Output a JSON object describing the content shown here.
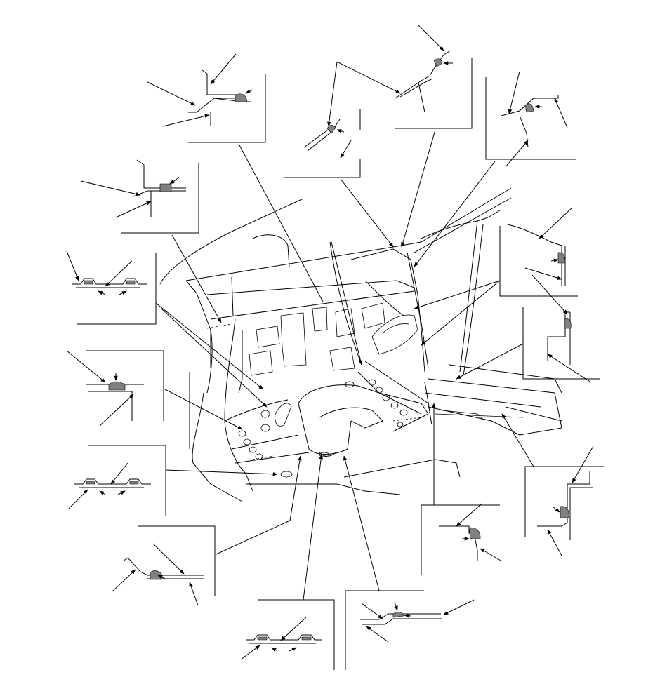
{
  "diagram": {
    "type": "technical-illustration",
    "subject": "",
    "labels": [],
    "colors": {
      "line": "#000000",
      "sealant": "#808080",
      "background": "#ffffff"
    },
    "detail_callouts": [
      {
        "id": "d1",
        "label": ""
      },
      {
        "id": "d2",
        "label": ""
      },
      {
        "id": "d3",
        "label": ""
      },
      {
        "id": "d4",
        "label": ""
      },
      {
        "id": "d5",
        "label": ""
      },
      {
        "id": "d6",
        "label": ""
      },
      {
        "id": "d7",
        "label": ""
      },
      {
        "id": "d8",
        "label": ""
      },
      {
        "id": "d9",
        "label": ""
      },
      {
        "id": "d10",
        "label": ""
      },
      {
        "id": "d11",
        "label": ""
      },
      {
        "id": "d12",
        "label": ""
      },
      {
        "id": "d13",
        "label": ""
      },
      {
        "id": "d14",
        "label": ""
      },
      {
        "id": "d15",
        "label": ""
      },
      {
        "id": "d16",
        "label": ""
      }
    ]
  }
}
